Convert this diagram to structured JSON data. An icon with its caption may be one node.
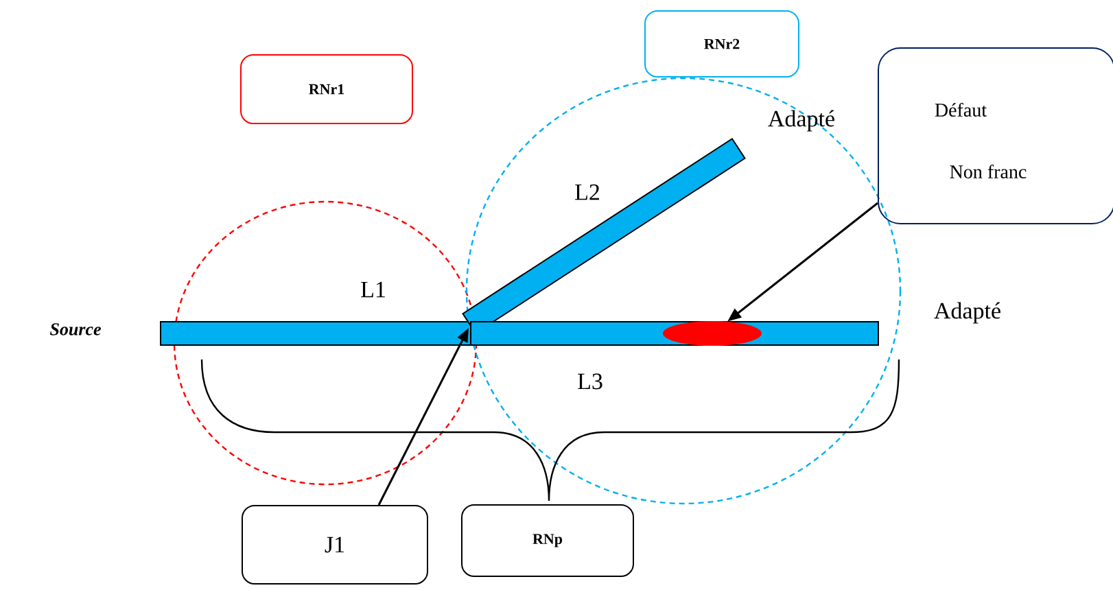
{
  "diagram": {
    "nodes": [
      {
        "text": [
          "RNr1"
        ]
      },
      {
        "text": [
          "RNr2"
        ]
      },
      {
        "text": [
          "Défaut",
          "Non franc"
        ]
      },
      {
        "text": [],
        "shape": "bar",
        "beside": [
          "Source",
          "L1"
        ]
      },
      {
        "text": [],
        "shape": "bar",
        "beside": [
          "L2",
          "Adapté"
        ]
      },
      {
        "text": [],
        "shape": "bar",
        "beside": [
          "L3",
          "Adapté"
        ]
      },
      {
        "text": [],
        "shape": "ellipse",
        "in": 5
      },
      {
        "text": [
          "J1"
        ]
      },
      {
        "text": [
          "RNp"
        ]
      }
    ],
    "edges": [
      {
        "from": 2,
        "to": 6,
        "arrow": "to"
      },
      {
        "from": 7,
        "to": 3,
        "arrow": "to"
      }
    ]
  }
}
